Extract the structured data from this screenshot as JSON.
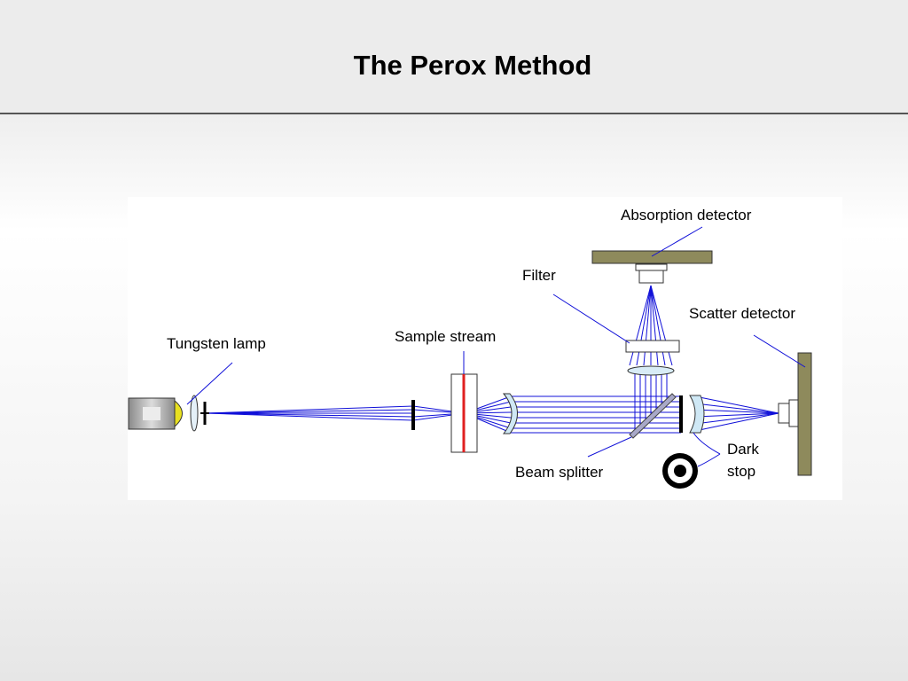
{
  "slide": {
    "title": "The Perox Method"
  },
  "diagram": {
    "labels": {
      "absorption_detector": "Absorption detector",
      "filter": "Filter",
      "scatter_detector": "Scatter detector",
      "tungsten_lamp": "Tungsten lamp",
      "sample_stream": "Sample stream",
      "beam_splitter": "Beam splitter",
      "dark": "Dark",
      "stop": "stop"
    },
    "colors": {
      "beam": "#1010d8",
      "detector": "#8e8a5c",
      "sample_line": "#e02020",
      "lens": "#cfe8f5",
      "lamp_bulb": "#e8e020"
    }
  }
}
